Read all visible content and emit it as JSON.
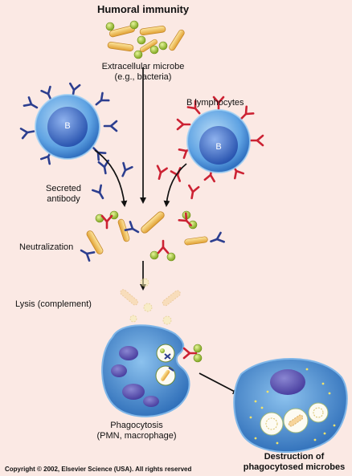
{
  "title": "Humoral immunity",
  "labels": {
    "microbe_line1": "Extracellular microbe",
    "microbe_line2": "(e.g., bacteria)",
    "b_lymphocytes": "B lymphocytes",
    "b_cell_letter": "B",
    "secreted_line1": "Secreted",
    "secreted_line2": "antibody",
    "neutralization": "Neutralization",
    "lysis": "Lysis (complement)",
    "phago_line1": "Phagocytosis",
    "phago_line2": "(PMN, macrophage)",
    "destruction_line1": "Destruction of",
    "destruction_line2": "phagocytosed microbes",
    "copyright": "Copyright © 2002, Elsevier Science (USA). All rights reserved"
  },
  "colors": {
    "background": "#fbe9e4",
    "b_cell": "#3f7fd0",
    "antibody_blue": "#2c3e8f",
    "antibody_red": "#cc2233",
    "bacteria": "#f0b84a",
    "antigen_green": "#a6cc2e"
  }
}
